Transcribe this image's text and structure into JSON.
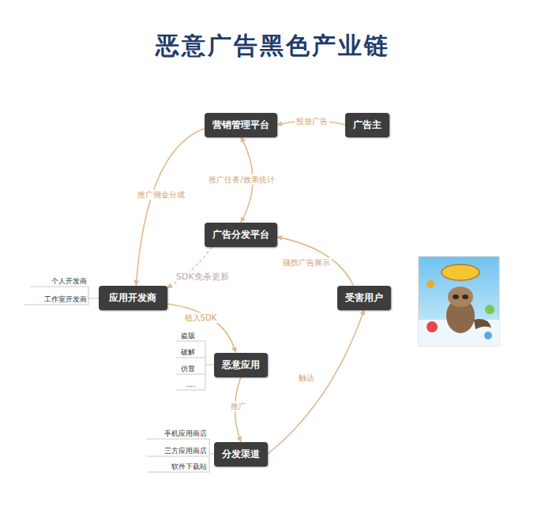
{
  "diagram": {
    "title": "恶意广告黑色产业链",
    "nodes": [
      {
        "text": [
          "营销管理平台"
        ]
      },
      {
        "text": [
          "广告主"
        ]
      },
      {
        "text": [
          "广告分发平台"
        ]
      },
      {
        "text": [
          "应用开发商"
        ]
      },
      {
        "text": [
          "恶意应用"
        ]
      },
      {
        "text": [
          "分发渠道"
        ]
      },
      {
        "text": [
          "受害用户"
        ]
      }
    ],
    "edges": [
      {
        "from": 1,
        "to": 0,
        "label": "投放广告",
        "arrow": "to"
      },
      {
        "from": 0,
        "to": 2,
        "label": "推广任务/效果统计",
        "arrow": "both"
      },
      {
        "from": 0,
        "to": 3,
        "label": "推广佣金分成",
        "arrow": "to"
      },
      {
        "from": 2,
        "to": 3,
        "label": "SDK免杀更新",
        "arrow": "to"
      },
      {
        "from": 3,
        "to": 4,
        "label": "植入SDK",
        "arrow": "to"
      },
      {
        "from": 4,
        "to": 5,
        "label": "推广",
        "arrow": "to"
      },
      {
        "from": 5,
        "to": 6,
        "label": "触达",
        "arrow": "to"
      },
      {
        "from": 6,
        "to": 2,
        "label": "骚扰广告展示",
        "arrow": "to"
      }
    ],
    "labels": [
      "个人开发商",
      "工作室开发商",
      "盗版",
      "破解",
      "仿冒",
      "....",
      "手机应用商店",
      "三方应用商店",
      "软件下载站"
    ]
  }
}
